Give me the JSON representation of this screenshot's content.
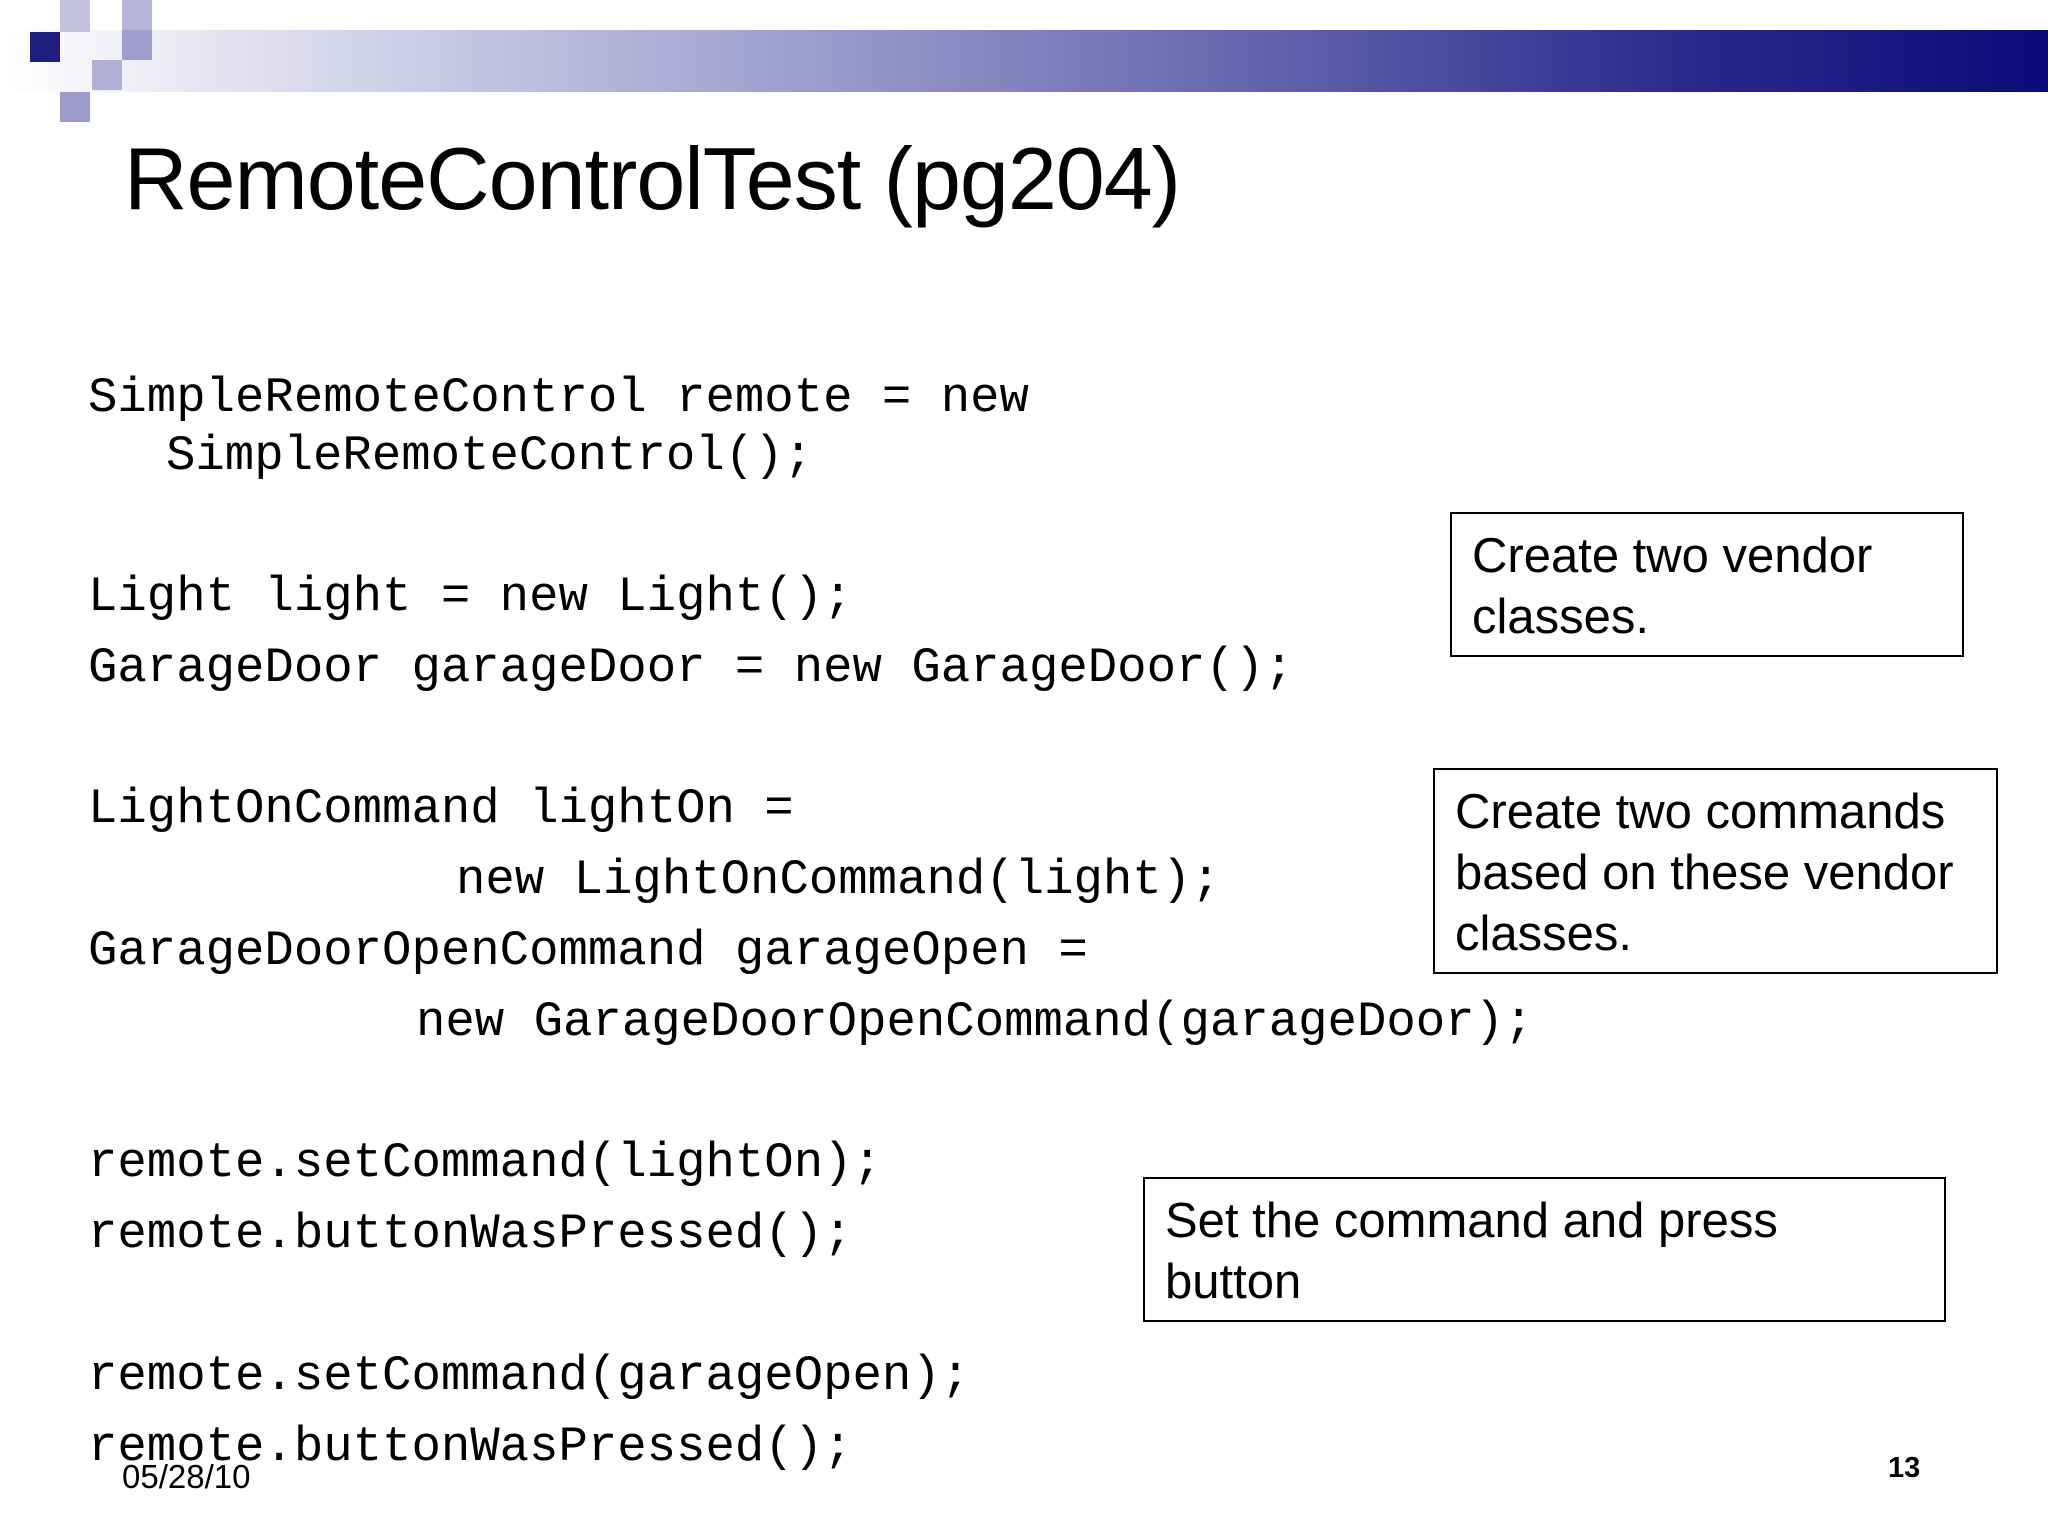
{
  "slide": {
    "title": "RemoteControlTest (pg204)",
    "code_lines": [
      "SimpleRemoteControl remote = new",
      "SimpleRemoteControl();",
      "Light light = new Light();",
      "GarageDoor garageDoor = new GarageDoor();",
      "LightOnCommand lightOn =",
      "new LightOnCommand(light);",
      "GarageDoorOpenCommand garageOpen =",
      "new GarageDoorOpenCommand(garageDoor);",
      "remote.setCommand(lightOn);",
      "remote.buttonWasPressed();",
      "remote.setCommand(garageOpen);",
      "remote.buttonWasPressed();"
    ],
    "callouts": [
      "Create two vendor classes.",
      "Create two commands based on these vendor classes.",
      "Set the command and press button"
    ],
    "footer": {
      "date": "05/28/10",
      "page_number": "13"
    }
  },
  "colors": {
    "header_bar_start": "#ffffff",
    "header_bar_end": "#0a0a78",
    "accent_square": "#1e1e7e",
    "text": "#000000"
  }
}
